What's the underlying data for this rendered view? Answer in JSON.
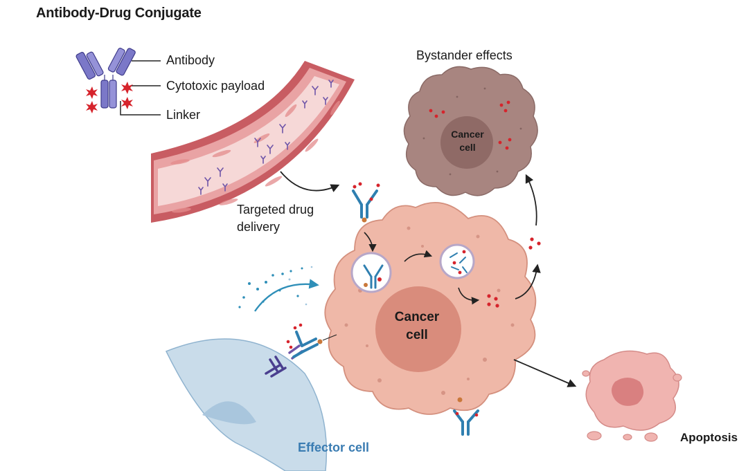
{
  "title": "Antibody-Drug Conjugate",
  "legend": {
    "antibody": "Antibody",
    "payload": "Cytotoxic payload",
    "linker": "Linker"
  },
  "labels": {
    "delivery_line1": "Targeted drug",
    "delivery_line2": "delivery",
    "bystander": "Bystander effects",
    "cancer_small_line1": "Cancer",
    "cancer_small_line2": "cell",
    "cancer_big_line1": "Cancer",
    "cancer_big_line2": "cell",
    "effector": "Effector cell",
    "apoptosis": "Apoptosis"
  },
  "colors": {
    "antibody_purple": "#7b78c8",
    "antibody_blue": "#2f7fb0",
    "payload_red": "#d6242c",
    "linker_orange": "#c9783a",
    "vessel_wall": "#c85c62",
    "vessel_lumen": "#f4d3d2",
    "cancer_cell": "#efb8a8",
    "cancer_nucleus": "#d98c7c",
    "bystander_cell": "#a88580",
    "effector_cell": "#c9dcea",
    "effector_label": "#3a7cb2"
  }
}
